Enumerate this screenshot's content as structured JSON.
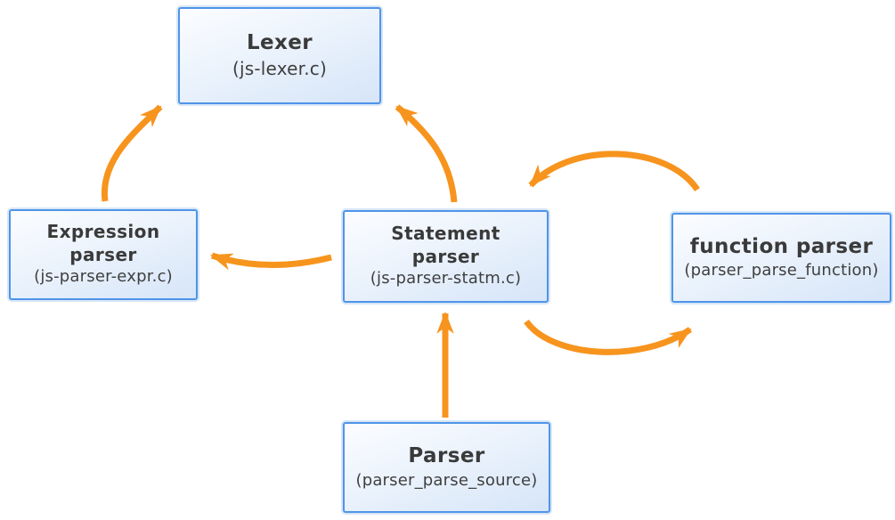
{
  "nodes": [
    {
      "id": "lexer",
      "title": "Lexer",
      "subtitle": "(js-lexer.c)"
    },
    {
      "id": "expression-parser",
      "title_lines": [
        "Expression",
        "parser"
      ],
      "subtitle": "(js-parser-expr.c)"
    },
    {
      "id": "statement-parser",
      "title_lines": [
        "Statement",
        "parser"
      ],
      "subtitle": "(js-parser-statm.c)"
    },
    {
      "id": "function-parser",
      "title": "function parser",
      "subtitle": "(parser_parse_function)"
    },
    {
      "id": "parser",
      "title": "Parser",
      "subtitle": "(parser_parse_source)"
    }
  ],
  "edges": [
    {
      "from": "Expression parser",
      "to": "Lexer"
    },
    {
      "from": "Statement parser",
      "to": "Lexer"
    },
    {
      "from": "Statement parser",
      "to": "Expression parser"
    },
    {
      "from": "Statement parser",
      "to": "function parser"
    },
    {
      "from": "function parser",
      "to": "Statement parser"
    },
    {
      "from": "Parser",
      "to": "Statement parser"
    }
  ],
  "colors": {
    "arrow": "#F7941D",
    "box_border": "#4F94E8",
    "box_fill_top": "#FCFDFF",
    "box_fill_bottom": "#D6E5F8",
    "text": "#3A3A3A",
    "background": "#FFFFFF"
  }
}
